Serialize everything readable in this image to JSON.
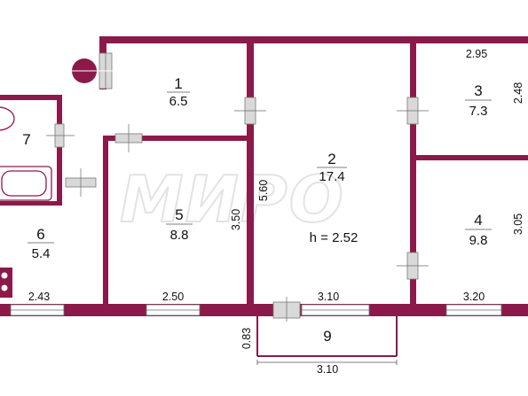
{
  "plan": {
    "watermark": "МИРО",
    "height_label": "h = 2.52",
    "rooms": [
      {
        "num": "1",
        "area": "6.5"
      },
      {
        "num": "2",
        "area": "17.4"
      },
      {
        "num": "3",
        "area": "7.3"
      },
      {
        "num": "4",
        "area": "9.8"
      },
      {
        "num": "5",
        "area": "8.8"
      },
      {
        "num": "6",
        "area": "5.4"
      },
      {
        "num": "7",
        "area": ""
      },
      {
        "num": "9",
        "area": ""
      }
    ],
    "dimensions": {
      "r3_width": "2.95",
      "r3_height": "2.48",
      "r2_height": "5.60",
      "r5_height": "3.50",
      "r4_height": "3.05",
      "w_r6": "2.43",
      "w_r5": "2.50",
      "w_r2": "3.10",
      "w_r4": "3.20",
      "balcony_depth": "0.83",
      "balcony_width": "3.10"
    }
  }
}
